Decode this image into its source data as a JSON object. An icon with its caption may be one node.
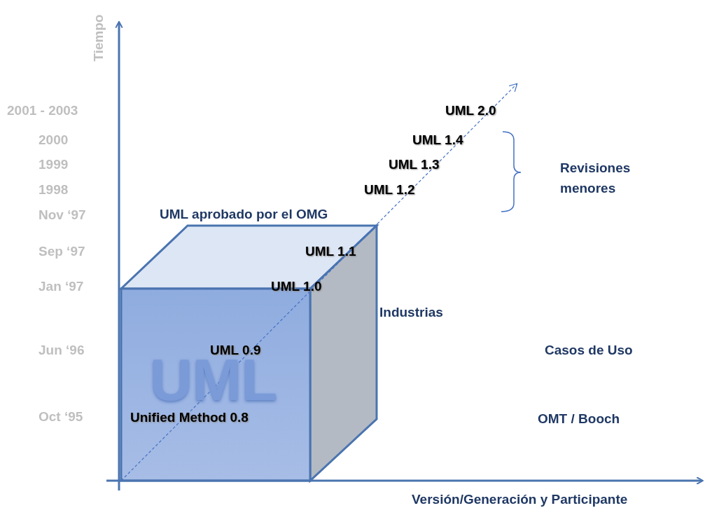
{
  "diagram": {
    "labels": [
      "Tiempo",
      "2001 - 2003",
      "UML 2.0",
      "2000",
      "UML 1.4",
      "1999",
      "UML 1.3",
      "Revisiones menores",
      "1998",
      "UML 1.2",
      "Nov ‘97",
      "UML aprobado por el OMG",
      "Sep ‘97",
      "UML 1.1",
      "Jan ‘97",
      "UML 1.0",
      "Industrias",
      "Jun ‘96",
      "UML 0.9",
      "Casos de Uso",
      "UML",
      "Oct ‘95",
      "Unified Method 0.8",
      "OMT / Booch",
      "Versión/Generación y Participante"
    ]
  }
}
